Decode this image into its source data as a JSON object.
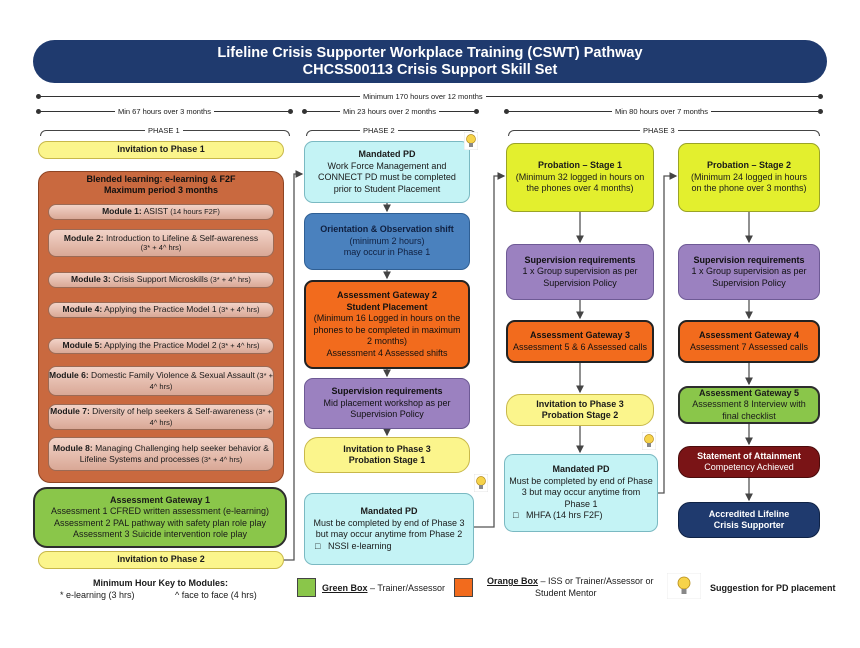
{
  "title": {
    "line1": "Lifeline Crisis Supporter Workplace Training (CSWT) Pathway",
    "line2": "CHCSS00113 Crisis Support Skill Set"
  },
  "timeline": {
    "overall": "Minimum 170 hours over 12 months",
    "phase1_min": "Min 67 hours over 3 months",
    "phase2_min": "Min 23 hours over 2 months",
    "phase3_min": "Min 80 hours over 7 months",
    "phase1": "PHASE 1",
    "phase2": "PHASE 2",
    "phase3": "PHASE 3"
  },
  "phase1": {
    "invitation": "Invitation to Phase 1",
    "blended_title": "Blended learning: e-learning & F2F",
    "blended_sub": "Maximum period 3 months",
    "modules": [
      {
        "title": "Module 1:",
        "text": " ASIST",
        "hours": " (14 hours F2F)"
      },
      {
        "title": "Module 2:",
        "text": " Introduction to Lifeline & Self-awareness",
        "hours": "(3* + 4^ hrs)"
      },
      {
        "title": "Module 3:",
        "text": " Crisis Support Microskills",
        "hours": " (3* + 4^ hrs)"
      },
      {
        "title": "Module 4:",
        "text": " Applying the Practice Model 1",
        "hours": " (3* + 4^ hrs)"
      },
      {
        "title": "Module 5:",
        "text": " Applying the Practice Model 2",
        "hours": " (3* + 4^ hrs)"
      },
      {
        "title": "Module 6:",
        "text": " Domestic Family Violence & Sexual Assault",
        "hours": " (3* + 4^ hrs)"
      },
      {
        "title": "Module 7:",
        "text": " Diversity of help seekers & Self-awareness",
        "hours": " (3* + 4^ hrs)"
      },
      {
        "title": "Module 8:",
        "text": " Managing Challenging help seeker behavior & Lifeline Systems and processes",
        "hours": " (3* + 4^ hrs)"
      }
    ],
    "gateway_title": "Assessment Gateway 1",
    "gateway_lines": [
      "Assessment 1 CFRED written assessment (e-learning)",
      "Assessment 2  PAL pathway with safety plan role play",
      "Assessment 3 Suicide intervention role play"
    ],
    "invitation2": "Invitation to Phase 2"
  },
  "phase2": {
    "pd_title": "Mandated PD",
    "pd_lines": [
      "Work Force Management and",
      "CONNECT PD must be completed",
      "prior to Student Placement"
    ],
    "orient_title": "Orientation & Observation shift",
    "orient_lines": [
      "(minimum 2 hours)",
      "may occur in Phase 1"
    ],
    "gateway_title": "Assessment Gateway 2",
    "gateway_sub": "Student Placement",
    "gateway_lines": [
      "(Minimum 16 Logged in hours on the",
      "phones to be completed in  maximum",
      "2 months)",
      "Assessment 4 Assessed shifts"
    ],
    "sup_title": "Supervision requirements",
    "sup_lines": [
      "Mid placement workshop as per",
      "Supervision Policy"
    ],
    "invite_title": "Invitation to  Phase 3",
    "invite_sub": "Probation Stage 1",
    "pd2_title": "Mandated PD",
    "pd2_lines": [
      "Must be completed by end of Phase 3",
      "but may occur anytime from Phase 2"
    ],
    "pd2_item": "NSSI e-learning"
  },
  "phase3": {
    "stage1_title": "Probation – Stage 1",
    "stage1_lines": [
      "(Minimum 32 logged in hours on",
      "the phones over 4 months)"
    ],
    "stage2_title": "Probation – Stage 2",
    "stage2_lines": [
      "(Minimum 24 logged in hours",
      "on the phone over 3 months)"
    ],
    "sup1_title": "Supervision requirements",
    "sup1_lines": [
      "1 x Group supervision as per",
      "Supervision Policy"
    ],
    "sup2_title": "Supervision requirements",
    "sup2_lines": [
      "1 x Group supervision as per",
      "Supervision Policy"
    ],
    "gw3_title": "Assessment Gateway 3",
    "gw3_line": "Assessment 5 & 6 Assessed calls",
    "gw4_title": "Assessment Gateway 4",
    "gw4_line": "Assessment 7 Assessed calls",
    "invite_title": "Invitation to Phase 3",
    "invite_sub": "Probation Stage 2",
    "gw5_title": "Assessment Gateway 5",
    "gw5_lines": [
      "Assessment 8  Interview with",
      "final checklist"
    ],
    "pd_title": "Mandated PD",
    "pd_lines": [
      "Must be completed by end of Phase",
      "3 but may occur anytime from",
      "Phase 1"
    ],
    "pd_item": "MHFA (14 hrs F2F)",
    "attain_title": "Statement of Attainment",
    "attain_sub": "Competency Achieved",
    "accredited_line1": "Accredited Lifeline",
    "accredited_line2": "Crisis Supporter"
  },
  "legend": {
    "key_title": "Minimum Hour Key to Modules:",
    "key_elearning": "* e-learning (3 hrs)",
    "key_f2f": "^ face to face (4 hrs)",
    "green_label": "Green Box",
    "green_text": " –  Trainer/Assessor",
    "orange_label": "Orange Box",
    "orange_text": " – ISS or Trainer/Assessor or",
    "orange_text2": "Student Mentor",
    "bulb_text": "Suggestion for PD placement"
  },
  "colors": {
    "navy": "#1f3a6e",
    "yellow": "#fbf58c",
    "cyan": "#c4f3f5",
    "blue": "#4a81be",
    "orange": "#f26b1d",
    "purple": "#9b81c0",
    "lime": "#e3ef2e",
    "green": "#8ac64a",
    "maroon": "#7a1416",
    "brown": "#c9693f"
  },
  "icons": [
    "lightbulb-icon",
    "arrow-icon",
    "checkbox-icon"
  ]
}
